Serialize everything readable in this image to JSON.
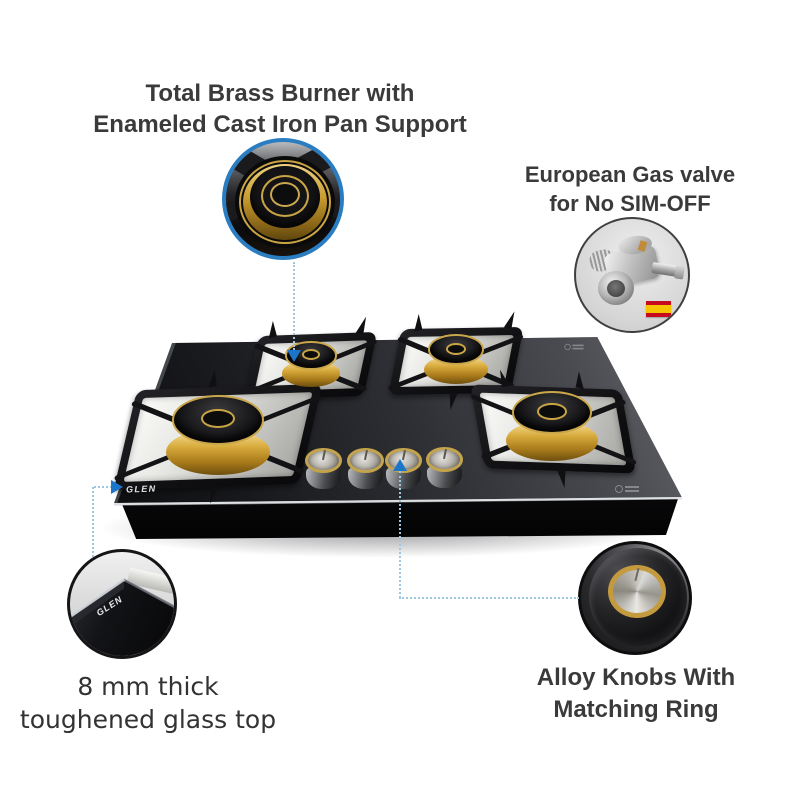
{
  "scene": {
    "background": "#ffffff"
  },
  "brand": {
    "name": "GLEN"
  },
  "product": {
    "burner_count": 4,
    "knob_count": 4
  },
  "callouts": {
    "brass_burner": {
      "line1": "Total Brass Burner with",
      "line2": "Enameled Cast Iron Pan Support"
    },
    "gas_valve": {
      "line1": "European Gas valve",
      "line2": "for No SIM-OFF"
    },
    "glass_top": {
      "line1": "8 mm thick",
      "line2": "toughened glass top"
    },
    "alloy_knobs": {
      "line1": "Alloy Knobs With",
      "line2": "Matching Ring"
    }
  },
  "colors": {
    "accent_blue": "#1b76c9",
    "connector_blue": "#9fc8e0",
    "heading_text": "#3a3a3a",
    "brass": "#c9a445",
    "flag_red": "#c60b1e",
    "flag_yellow": "#f7c400"
  }
}
